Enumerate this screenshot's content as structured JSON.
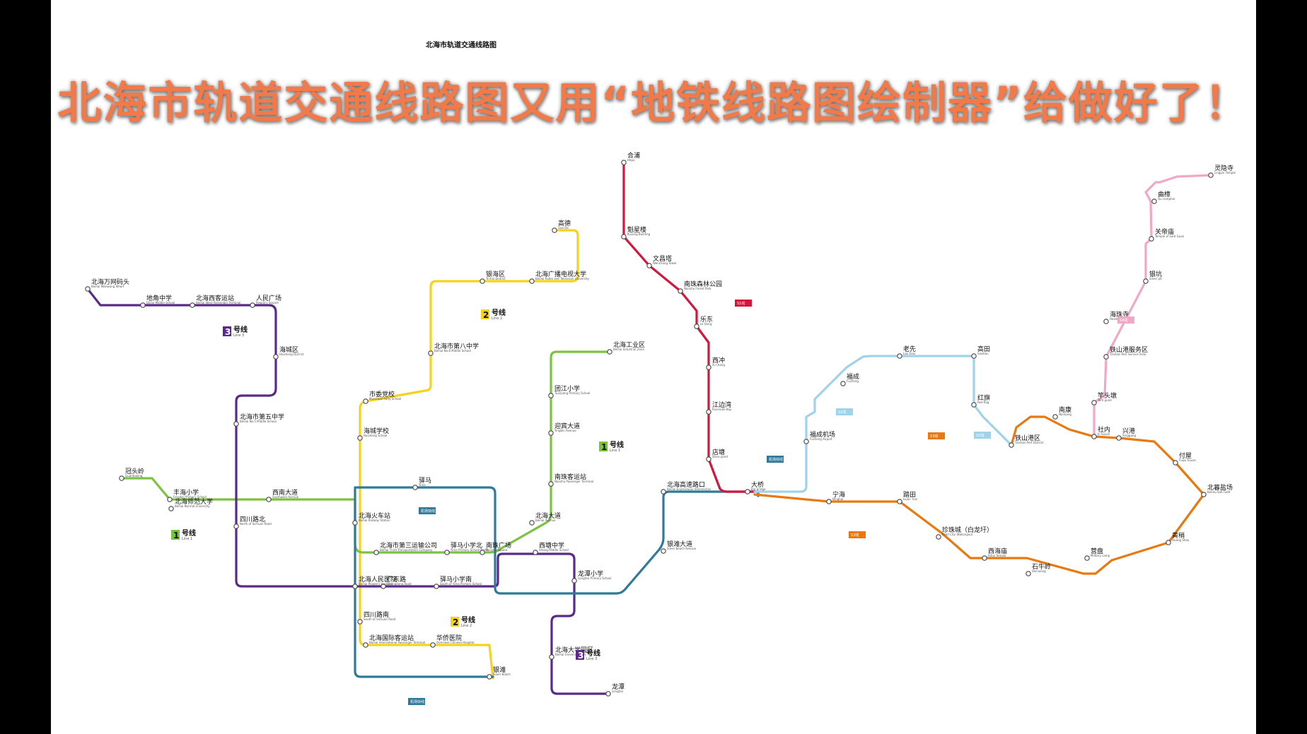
{
  "small_title": "北海市轨道交通线路图",
  "headline": "北海市轨道交通线路图又用“地铁线路图绘制器”给做好了！",
  "line_badges": [
    {
      "num": "3",
      "text": "号线",
      "sub": "Line 3",
      "bg": "#5a2a8a",
      "fg": "#ffffff"
    },
    {
      "num": "2",
      "text": "号线",
      "sub": "Line 2",
      "bg": "#f5d21c",
      "fg": "#111111"
    },
    {
      "num": "1",
      "text": "号线",
      "sub": "Line 1",
      "bg": "#7cc242",
      "fg": "#111111"
    },
    {
      "num": "1",
      "text": "号线",
      "sub": "Line 1",
      "bg": "#7cc242",
      "fg": "#111111"
    },
    {
      "num": "2",
      "text": "号线",
      "sub": "Line 2",
      "bg": "#f5d21c",
      "fg": "#111111"
    },
    {
      "num": "3",
      "text": "号线",
      "sub": "Line 3",
      "bg": "#5a2a8a",
      "fg": "#ffffff"
    }
  ],
  "marks": [
    {
      "text": "机场快线",
      "bg": "#2f7a9a"
    },
    {
      "text": "机场快线",
      "bg": "#2f7a9a"
    },
    {
      "text": "机场快线",
      "bg": "#2f7a9a"
    },
    {
      "text": "S1线",
      "bg": "#d2163c"
    },
    {
      "text": "S2线",
      "bg": "#9fd3ea"
    },
    {
      "text": "S2线",
      "bg": "#9fd3ea"
    },
    {
      "text": "S3线",
      "bg": "#e9780e"
    },
    {
      "text": "S3线",
      "bg": "#e9780e"
    },
    {
      "text": "S4线",
      "bg": "#f0a8c6"
    }
  ],
  "lines": [
    {
      "id": "line1",
      "color": "#7cc242"
    },
    {
      "id": "line2",
      "color": "#f5d21c"
    },
    {
      "id": "line3",
      "color": "#5a2a8a"
    },
    {
      "id": "airport",
      "color": "#2f7a9a"
    },
    {
      "id": "s1",
      "color": "#d2163c"
    },
    {
      "id": "s2",
      "color": "#9fd3ea"
    },
    {
      "id": "s3",
      "color": "#e9780e"
    },
    {
      "id": "s4",
      "color": "#f0a8c6"
    }
  ],
  "stations": [
    {
      "name": "北海万网码头",
      "en": "Beihai Wanwang Wharf"
    },
    {
      "name": "地角中学",
      "en": "Dijiao Middle School"
    },
    {
      "name": "北海西客运站",
      "en": "Beihai West Passenger Terminal"
    },
    {
      "name": "人民广场",
      "en": "People's Square"
    },
    {
      "name": "海城区",
      "en": "Haicheng District"
    },
    {
      "name": "北海市第五中学",
      "en": "Beihai No.5 Middle School"
    },
    {
      "name": "四川路北",
      "en": "North of Sichuan Road"
    },
    {
      "name": "冠头岭",
      "en": "Guantouling"
    },
    {
      "name": "丰海小学",
      "en": "Fenghai Primary School"
    },
    {
      "name": "北海师范大学",
      "en": "Beihai Normal University"
    },
    {
      "name": "西南大道",
      "en": "Southwest Avenue"
    },
    {
      "name": "高德",
      "en": "Gao De"
    },
    {
      "name": "银海区",
      "en": "Yinhai District"
    },
    {
      "name": "北海广播电视大学",
      "en": "Beihai Radio and Television University"
    },
    {
      "name": "北海市第八中学",
      "en": "Beihai No.8 Middle School"
    },
    {
      "name": "市委党校",
      "en": "Municipal Party School"
    },
    {
      "name": "海城学校",
      "en": "Haicheng School"
    },
    {
      "name": "驿马",
      "en": "Yima"
    },
    {
      "name": "北海火车站",
      "en": "Beihai Railway Station"
    },
    {
      "name": "驿马小学北",
      "en": "Yima Primary School North"
    },
    {
      "name": "南珠广场",
      "en": "Nanzhu Square"
    },
    {
      "name": "北海市第三运输公司",
      "en": "Beihai Third Transportation Company"
    },
    {
      "name": "广东路",
      "en": "Guangdong Road"
    },
    {
      "name": "驿马小学南",
      "en": "South of Yima Primary School"
    },
    {
      "name": "北海人民医院",
      "en": "Beihai People's Hospital"
    },
    {
      "name": "四川路南",
      "en": "South of Sichuan Road"
    },
    {
      "name": "北海国际客运站",
      "en": "Beihai International Passenger Terminal"
    },
    {
      "name": "华侨医院",
      "en": "Overseas Chinese Hospital"
    },
    {
      "name": "银滩",
      "en": "Silver Beach"
    },
    {
      "name": "北海工业区",
      "en": "Beihai Industrial Zone"
    },
    {
      "name": "团江小学",
      "en": "Tuanjiang Primary School"
    },
    {
      "name": "迎宾大道",
      "en": "Yingbin Avenue"
    },
    {
      "name": "南珠客运站",
      "en": "Nanzhu Passenger Terminal"
    },
    {
      "name": "北海大道",
      "en": "Beihai Avenue"
    },
    {
      "name": "西塘中学",
      "en": "Xitang Middle School"
    },
    {
      "name": "龙潭小学",
      "en": "Longtan Primary School"
    },
    {
      "name": "北海大学园区",
      "en": "Beihai University Park"
    },
    {
      "name": "龙潭",
      "en": "Longtan"
    },
    {
      "name": "合浦",
      "en": "Hepu"
    },
    {
      "name": "魁星楼",
      "en": "Kuixing Building"
    },
    {
      "name": "文昌塔",
      "en": "Wenchang Tower"
    },
    {
      "name": "南珠森林公园",
      "en": "Nanzhu Forest Park"
    },
    {
      "name": "乐东",
      "en": "Le Dong"
    },
    {
      "name": "西冲",
      "en": "Xi Chong"
    },
    {
      "name": "江边湾",
      "en": "Riverside Bay"
    },
    {
      "name": "店塘",
      "en": "Store pond"
    },
    {
      "name": "大桥",
      "en": "Big bridge"
    },
    {
      "name": "北海高速路口",
      "en": "Beihai Expressway Intersection"
    },
    {
      "name": "银滩大道",
      "en": "Silver Beach Avenue"
    },
    {
      "name": "福成机场",
      "en": "Fucheng Airport"
    },
    {
      "name": "福成",
      "en": "Fucheng"
    },
    {
      "name": "老先",
      "en": "Lao Xian"
    },
    {
      "name": "高田",
      "en": "Gaotian"
    },
    {
      "name": "红旗",
      "en": "Red flag"
    },
    {
      "name": "铁山港区",
      "en": "Tieshan Port District"
    },
    {
      "name": "宁海",
      "en": "Ninghai"
    },
    {
      "name": "踏田",
      "en": "Guan Tian"
    },
    {
      "name": "珍珠城（白龙圩）",
      "en": "Pearl City (Bailongxu)"
    },
    {
      "name": "西海庙",
      "en": "Xihai Temple"
    },
    {
      "name": "石牛岭",
      "en": "Shiniuling"
    },
    {
      "name": "营盘",
      "en": "Military camp"
    },
    {
      "name": "黄稍",
      "en": "Huang Shao"
    },
    {
      "name": "北暮盐场",
      "en": "Beimu Salt Field"
    },
    {
      "name": "付屋",
      "en": "Fuwu house"
    },
    {
      "name": "兴港",
      "en": "Xinggang"
    },
    {
      "name": "社内",
      "en": "In house"
    },
    {
      "name": "南康",
      "en": "Nankang"
    },
    {
      "name": "灵隐寺",
      "en": "Lingyin Temple"
    },
    {
      "name": "曲樟",
      "en": "Qu camphor"
    },
    {
      "name": "关帝庙",
      "en": "Temple of Lord Guan"
    },
    {
      "name": "银坑",
      "en": "Silver pit"
    },
    {
      "name": "海珠寺",
      "en": "Haizhu Temple"
    },
    {
      "name": "铁山港服务区",
      "en": "Tieshan Port Service Area"
    },
    {
      "name": "竿头墩",
      "en": "Tent pond"
    }
  ]
}
